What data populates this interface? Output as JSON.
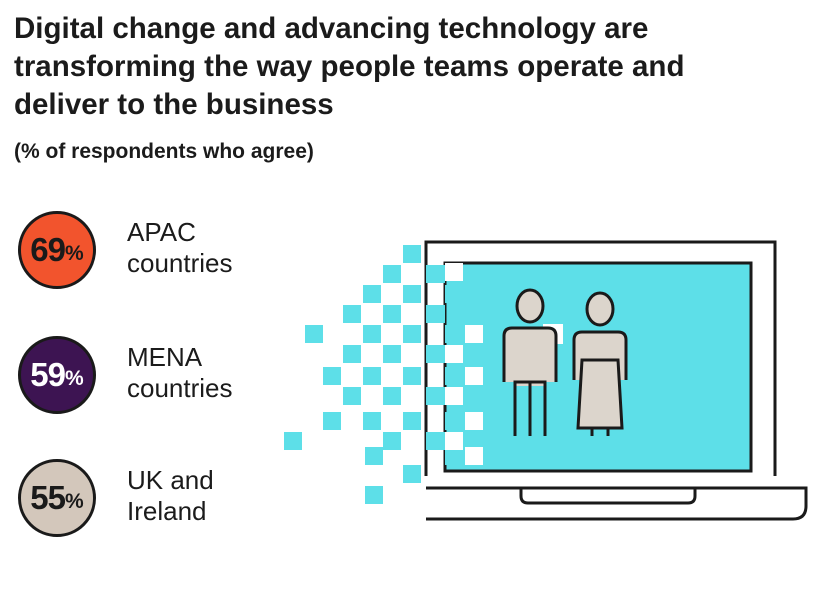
{
  "title_lines": [
    "Digital change and advancing technology are",
    "transforming the way people teams operate and",
    "deliver to the business"
  ],
  "subtitle": "(% of respondents who agree)",
  "chart_data": {
    "type": "table",
    "title": "Digital change and advancing technology are transforming the way people teams operate and deliver to the business",
    "subtitle": "(% of respondents who agree)",
    "unit": "%",
    "rows": [
      {
        "region_line1": "APAC",
        "region_line2": "countries",
        "value": 69,
        "value_text": "69",
        "percent_sign": "%",
        "color": "#f2542d",
        "text_color": "#1a1a1a"
      },
      {
        "region_line1": "MENA",
        "region_line2": "countries",
        "value": 59,
        "value_text": "59",
        "percent_sign": "%",
        "color": "#3d1452",
        "text_color": "#ffffff"
      },
      {
        "region_line1": "UK and",
        "region_line2": "Ireland",
        "value": 55,
        "value_text": "55",
        "percent_sign": "%",
        "color": "#d3c7bb",
        "text_color": "#1a1a1a"
      }
    ]
  },
  "illustration": {
    "screen_color": "#5ddfe8",
    "outline_color": "#1a1a1a",
    "figure_color": "#dcd5cc",
    "icons": [
      "laptop-icon",
      "man-icon",
      "woman-icon",
      "pixel-dissolve-icon"
    ]
  }
}
